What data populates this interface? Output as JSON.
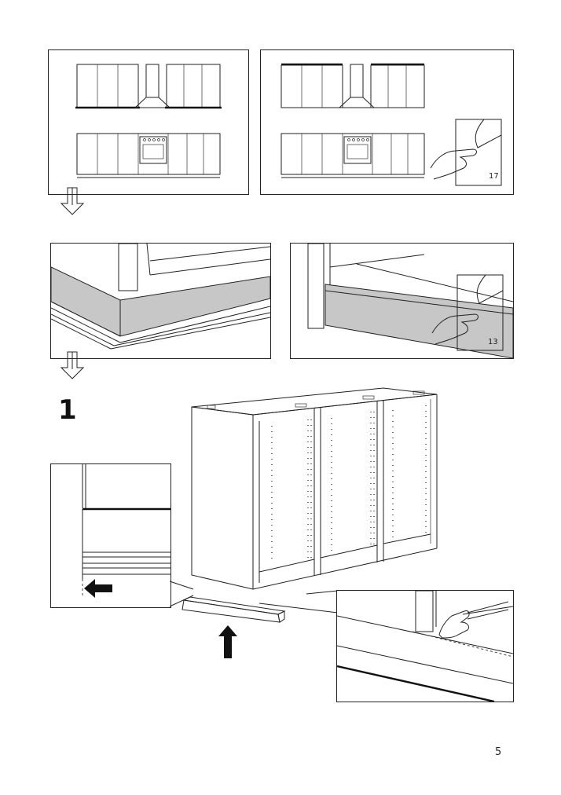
{
  "page": {
    "number": "5"
  },
  "step": {
    "number": "1"
  },
  "references": {
    "top_right_page": "17",
    "middle_right_page": "13"
  },
  "icons": {
    "page_reference": "page-turn-hand-icon",
    "flow_arrow": "hollow-down-arrow-icon",
    "direction_left": "filled-left-arrow-icon",
    "direction_up": "filled-up-arrow-icon",
    "hand_press": "pointing-hand-icon"
  }
}
